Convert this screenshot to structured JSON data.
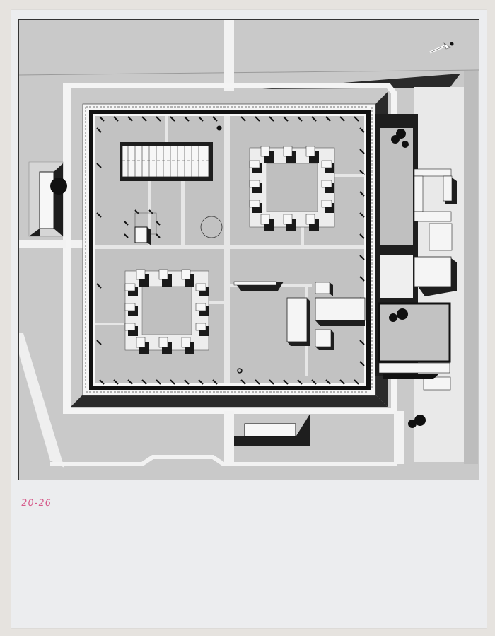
{
  "sheet": {
    "annotation": "20-26",
    "annotation_color": "#d65a8a",
    "background": "#ecedef"
  },
  "drawing": {
    "type": "architectural site plan",
    "north_arrow": "north-arrow-icon",
    "palette": {
      "ground": "#c9c9c9",
      "lawn": "#bdbdbd",
      "paths": "#f4f4f4",
      "shadow": "#1c1c1c",
      "building": "#f7f7f7"
    },
    "elements": [
      {
        "name": "perimeter-block",
        "description": "square courtyard perimeter building"
      },
      {
        "name": "north-courtyard-block",
        "description": "square cluster of residential units, upper right"
      },
      {
        "name": "south-courtyard-block",
        "description": "square cluster of residential units, lower left"
      },
      {
        "name": "longitudinal-bar-building",
        "description": "bar building, upper left quadrant"
      },
      {
        "name": "pavilion",
        "description": "small pavilion with pergola"
      },
      {
        "name": "circular-plaza",
        "description": "round plaza outline"
      },
      {
        "name": "central-community-building",
        "description": "community building, center right"
      },
      {
        "name": "east-wing",
        "description": "east-side annex buildings and courtyards"
      },
      {
        "name": "gate-house-west",
        "description": "gate structure on west side with round tree"
      },
      {
        "name": "south-gate-building",
        "description": "small bar building south of the block"
      },
      {
        "name": "trees",
        "description": "dark circular tree canopies"
      }
    ]
  }
}
